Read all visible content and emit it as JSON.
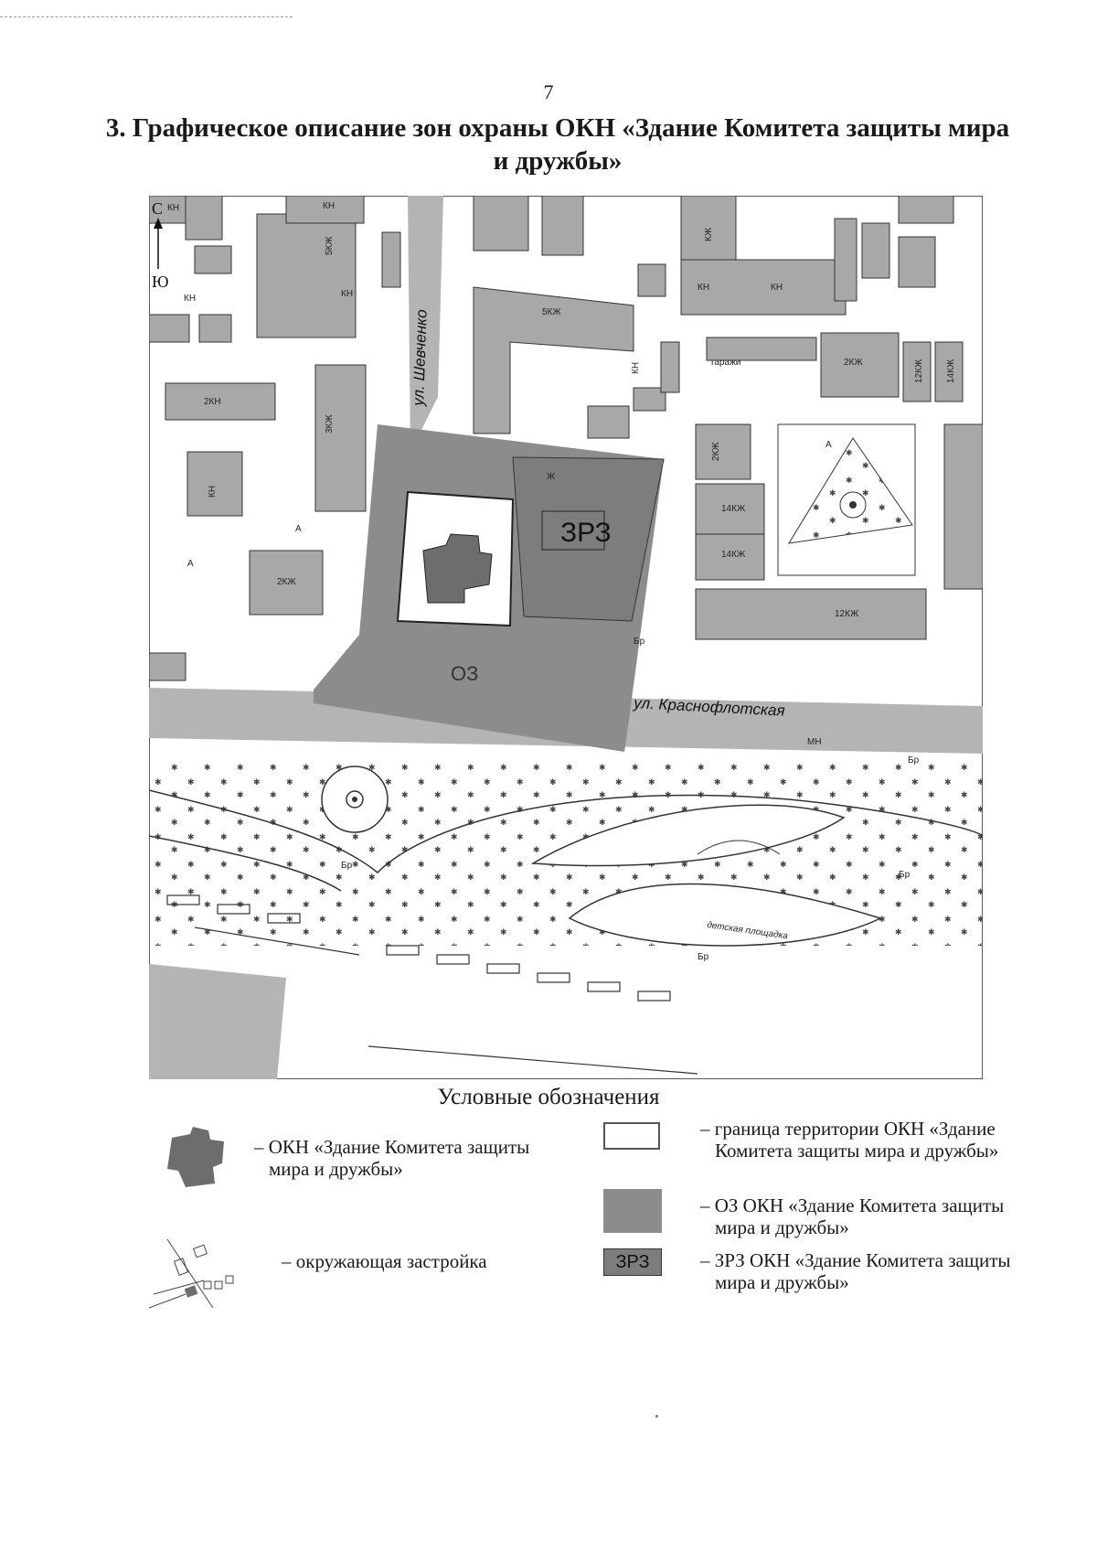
{
  "page_number": "7",
  "title": {
    "line1": "3. Графическое описание зон охраны ОКН «Здание Комитета защиты мира",
    "line2": "и дружбы»"
  },
  "map": {
    "compass": {
      "north": "С",
      "south": "Ю"
    },
    "zone_label": "ЗРЗ",
    "zone_label_small": "ОЗ",
    "streets": [
      "ул. Шевченко",
      "ул. Краснофлотская"
    ],
    "building_labels": {
      "kh": "КН",
      "k5": "5КЖ",
      "k3": "3КЖ",
      "k2": "2КЖ",
      "k14": "14КЖ",
      "k12": "12КЖ",
      "n2": "2КН",
      "kzh": "КЖ",
      "kn": "КН",
      "mn": "МН",
      "zh": "Ж",
      "garages": "гаражи",
      "playground": "детская площадка",
      "br": "Бр",
      "a": "А"
    },
    "colors": {
      "buildings": "#a8a8a8",
      "protected_zone": "#8c8c8c",
      "regulation_zone": "#7d7d7d",
      "road": "#b4b4b4",
      "monument": "#6d6d6d"
    }
  },
  "legend": {
    "title": "Условные обозначения",
    "items": {
      "monument": {
        "line1": "– ОКН «Здание Комитета защиты",
        "line2": "мира и дружбы»"
      },
      "surroundings": {
        "line1": "– окружающая застройка"
      },
      "territory": {
        "line1": "– граница территории ОКН «Здание",
        "line2": "Комитета защиты мира и дружбы»"
      },
      "oz": {
        "line1": "– ОЗ ОКН «Здание Комитета защиты",
        "line2": "мира и дружбы»"
      },
      "zrz": {
        "line1": "– ЗРЗ ОКН «Здание Комитета защиты",
        "line2": "мира и дружбы»",
        "swatch_label": "ЗРЗ"
      }
    }
  }
}
